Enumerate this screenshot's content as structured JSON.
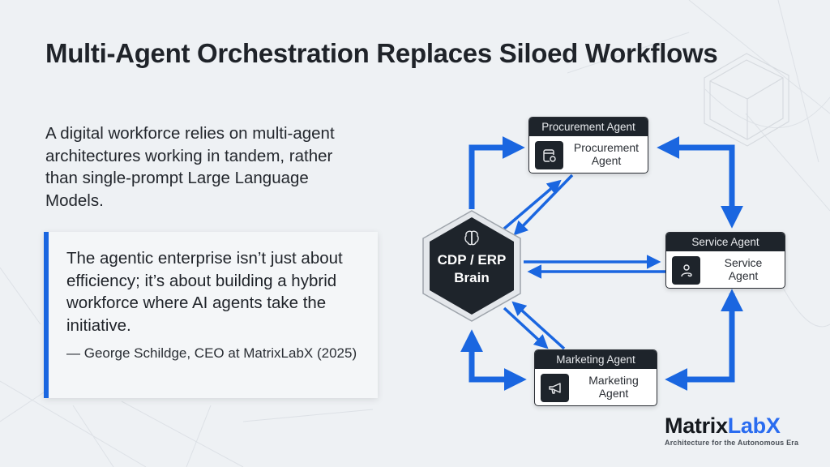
{
  "slide": {
    "title": "Multi-Agent Orchestration Replaces Siloed Workflows",
    "intro": "A digital workforce relies on multi-agent architectures working in tandem, rather than single-prompt Large Language Models."
  },
  "quote": {
    "text": "The agentic enterprise isn’t just about efficiency; it’s about building a hybrid workforce where AI agents take the initiative.",
    "attribution": "— George Schildge, CEO at MatrixLabX (2025)"
  },
  "diagram": {
    "hub": {
      "line1": "CDP / ERP",
      "line2": "Brain",
      "icon": "brain-icon"
    },
    "agents": [
      {
        "header": "Procurement Agent",
        "line1": "Procurement",
        "line2": "Agent",
        "icon": "procurement-icon"
      },
      {
        "header": "Service Agent",
        "line1": "Service",
        "line2": "Agent",
        "icon": "user-service-icon"
      },
      {
        "header": "Marketing Agent",
        "line1": "Marketing",
        "line2": "Agent",
        "icon": "megaphone-icon"
      }
    ],
    "colors": {
      "arrow": "#1a66e0",
      "hub_fill": "#1e242b",
      "card_header": "#1e242b",
      "accent": "#2a6cf0"
    }
  },
  "brand": {
    "name_part1": "Matrix",
    "name_part2": "LabX",
    "tagline": "Architecture for the Autonomous Era"
  }
}
